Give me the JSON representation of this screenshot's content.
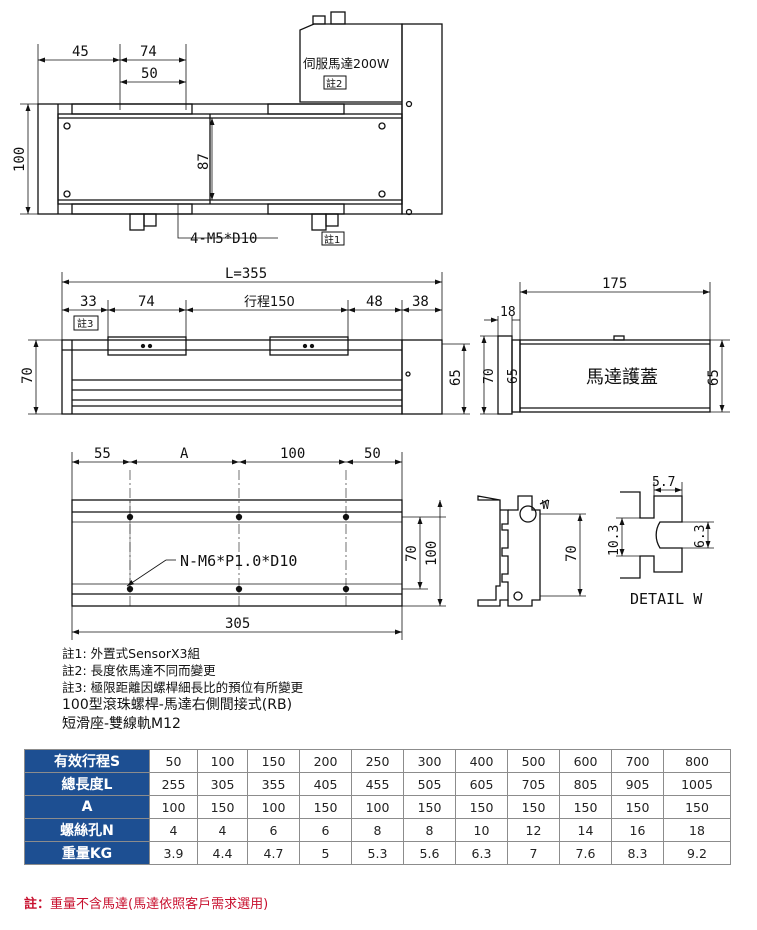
{
  "top_view": {
    "dim_45": "45",
    "dim_74": "74",
    "dim_50": "50",
    "dim_100": "100",
    "dim_87": "87",
    "motor_label": "伺服馬達200W",
    "note2_tag": "註2",
    "note1_tag": "註1",
    "screw_callout": "4-M5*D10"
  },
  "side_view": {
    "dim_L": "L=355",
    "dim_33": "33",
    "dim_74": "74",
    "stroke_label": "行程150",
    "dim_48": "48",
    "dim_38": "38",
    "note3_tag": "註3",
    "dim_70": "70",
    "dim_65": "65"
  },
  "end_view": {
    "dim_175": "175",
    "dim_18": "18",
    "dim_70": "70",
    "dim_65_left": "65",
    "dim_65_right": "65",
    "cover_label": "馬達護蓋"
  },
  "bottom_view": {
    "dim_55": "55",
    "dim_A": "A",
    "dim_100": "100",
    "dim_50": "50",
    "hole_callout": "N-M6*P1.0*D10",
    "dim_70": "70",
    "dim_100_h": "100",
    "dim_305": "305"
  },
  "profile_view": {
    "w_mark": "W",
    "dim_70": "70"
  },
  "detail_view": {
    "dim_5_7": "5.7",
    "dim_10_3": "10.3",
    "dim_6_3": "6.3",
    "title": "DETAIL W"
  },
  "notes": {
    "note1": "註1: 外置式SensorX3組",
    "note2": "註2: 長度依馬達不同而變更",
    "note3": "註3: 極限距離因螺桿細長比的預位有所變更",
    "model_line1": "100型滾珠螺桿-馬達右側間接式(RB)",
    "model_line2": "短滑座-雙線軌M12"
  },
  "spec_table": {
    "rows": [
      {
        "label": "有效行程S",
        "values": [
          "50",
          "100",
          "150",
          "200",
          "250",
          "300",
          "400",
          "500",
          "600",
          "700",
          "800"
        ]
      },
      {
        "label": "總長度L",
        "values": [
          "255",
          "305",
          "355",
          "405",
          "455",
          "505",
          "605",
          "705",
          "805",
          "905",
          "1005"
        ]
      },
      {
        "label": "A",
        "values": [
          "100",
          "150",
          "100",
          "150",
          "100",
          "150",
          "150",
          "150",
          "150",
          "150",
          "150"
        ]
      },
      {
        "label": "螺絲孔N",
        "values": [
          "4",
          "4",
          "6",
          "6",
          "8",
          "8",
          "10",
          "12",
          "14",
          "16",
          "18"
        ]
      },
      {
        "label": "重量KG",
        "values": [
          "3.9",
          "4.4",
          "4.7",
          "5",
          "5.3",
          "5.6",
          "6.3",
          "7",
          "7.6",
          "8.3",
          "9.2"
        ]
      }
    ]
  },
  "footnote": {
    "label": "註：",
    "text": "重量不含馬達(馬達依照客戶需求選用)"
  },
  "colors": {
    "header_bg": "#1d4f92",
    "footnote": "#c8102e"
  }
}
